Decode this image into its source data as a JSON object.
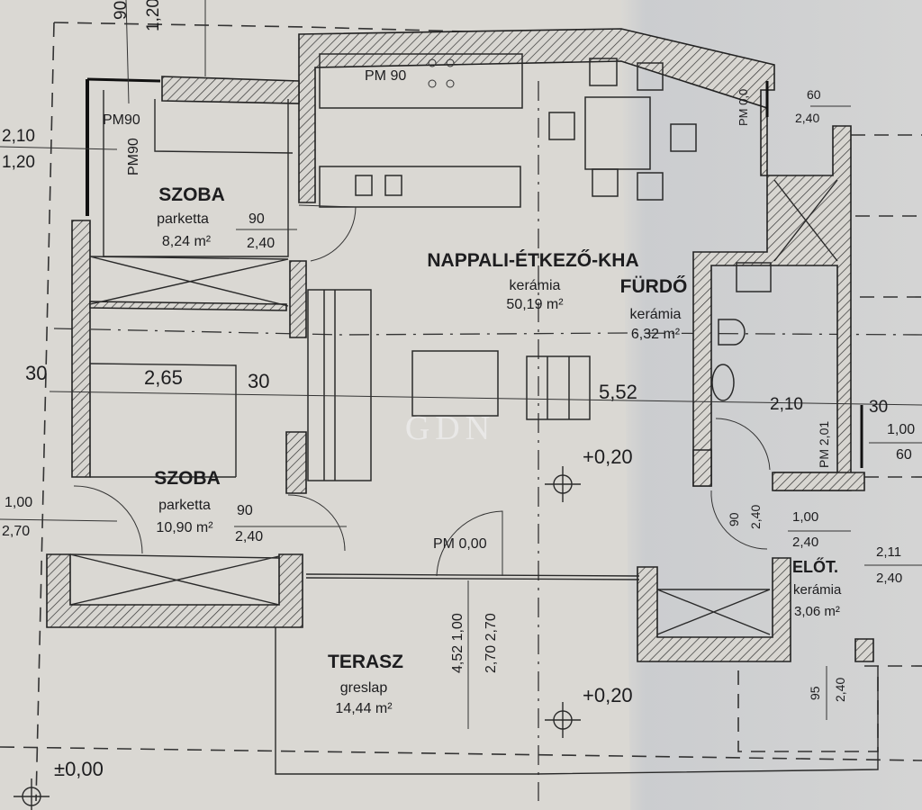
{
  "rooms": {
    "szoba1": {
      "name": "SZOBA",
      "floor": "parketta",
      "area": "8,24 m²"
    },
    "szoba2": {
      "name": "SZOBA",
      "floor": "parketta",
      "area": "10,90 m²"
    },
    "nappali": {
      "name": "NAPPALI-ÉTKEZŐ-KHA",
      "floor": "kerámia",
      "area": "50,19 m²"
    },
    "furdo": {
      "name": "FÜRDŐ",
      "floor": "kerámia",
      "area": "6,32 m²"
    },
    "elot": {
      "name": "ELŐT.",
      "floor": "kerámia",
      "area": "3,06 m²"
    },
    "terasz": {
      "name": "TERASZ",
      "floor": "greslap",
      "area": "14,44 m²"
    }
  },
  "dimensions": {
    "top_90": "90",
    "top_120": "1,20",
    "left_210": "2,10",
    "left_120": "1,20",
    "pm90_a": "PM90",
    "pm90_b": "PM90",
    "pm_kitchen": "PM 90",
    "door1_w": "90",
    "door1_h": "2,40",
    "pm_top_right": "PM 0,0",
    "win_right_w": "60",
    "win_right_h": "2,40",
    "wall_30_left": "30",
    "width_265": "2,65",
    "wall_30_mid": "30",
    "width_552": "5,52",
    "width_210": "2,10",
    "wall_30_right": "30",
    "win_fr_w": "1,00",
    "win_fr_h": "60",
    "pm_furdo": "PM 2,01",
    "win_left_w": "1,00",
    "win_left_h": "2,70",
    "door2_w": "90",
    "door2_h": "2,40",
    "pm_terasz": "PM 0,00",
    "door3_w": "90",
    "door3_h": "2,40",
    "door4_w": "1,00",
    "door4_h": "2,40",
    "win_elot_w": "2,11",
    "win_elot_h": "2,40",
    "terasz_door_a": "4,52 1,00",
    "terasz_door_b": "2,70 2,70",
    "ext_95": "95",
    "ext_240": "2,40"
  },
  "levels": {
    "inside": "+0,20",
    "terrace": "+0,20",
    "ground": "±0,00"
  },
  "watermark": "GDN",
  "colors": {
    "paper": "#dad8d3",
    "shadow": "#c8cbd0",
    "ink": "#1d1d1f"
  }
}
